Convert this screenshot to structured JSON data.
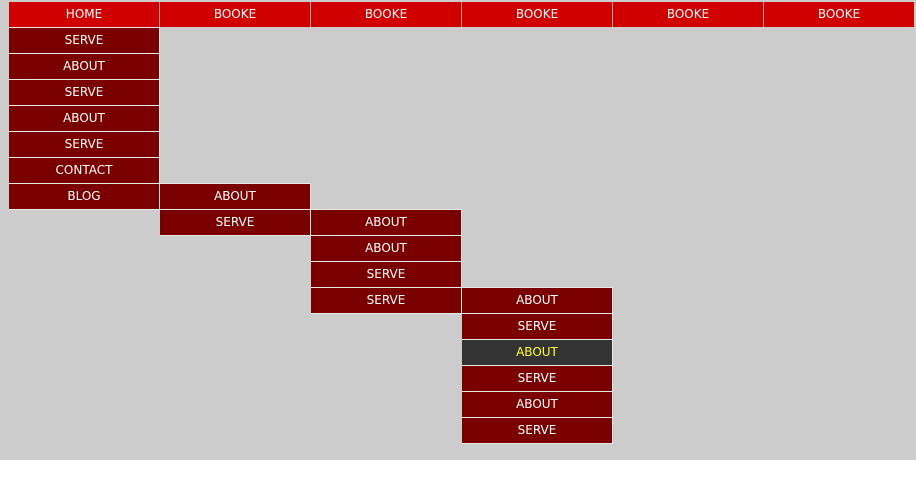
{
  "nav": {
    "items": [
      {
        "label": "HOME"
      },
      {
        "label": "BOOKE"
      },
      {
        "label": "BOOKE"
      },
      {
        "label": "BOOKE"
      },
      {
        "label": "BOOKE"
      },
      {
        "label": "BOOKE"
      }
    ]
  },
  "submenus": {
    "home": {
      "items": [
        {
          "label": "SERVE"
        },
        {
          "label": "ABOUT"
        },
        {
          "label": "SERVE"
        },
        {
          "label": "ABOUT"
        },
        {
          "label": "SERVE"
        },
        {
          "label": "CONTACT"
        },
        {
          "label": "BLOG"
        }
      ]
    },
    "blog": {
      "items": [
        {
          "label": "ABOUT"
        },
        {
          "label": "SERVE"
        }
      ]
    },
    "level3": {
      "items": [
        {
          "label": "ABOUT"
        },
        {
          "label": "ABOUT"
        },
        {
          "label": "SERVE"
        },
        {
          "label": "SERVE"
        }
      ]
    },
    "level4": {
      "items": [
        {
          "label": "ABOUT"
        },
        {
          "label": "SERVE"
        },
        {
          "label": "ABOUT",
          "active": true
        },
        {
          "label": "SERVE"
        },
        {
          "label": "ABOUT"
        },
        {
          "label": "SERVE"
        }
      ]
    }
  },
  "colors": {
    "nav_bg": "#d10000",
    "submenu_bg": "#7a0000",
    "active_bg": "#333333",
    "active_text": "#ffff33",
    "stage_bg": "#cccccc"
  }
}
